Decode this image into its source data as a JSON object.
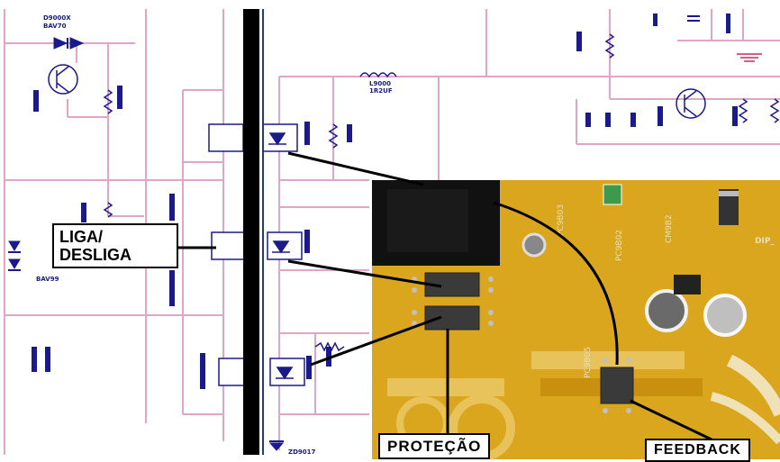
{
  "labels": {
    "liga_desliga": "LIGA/ DESLIGA",
    "protecao": "PROTEÇÃO",
    "feedback": "FEEDBACK"
  },
  "schematic_text": {
    "top_diode_part": "D9000X",
    "top_diode_code": "BAV70",
    "inductor_part": "L9000",
    "inductor_value": "1R2UF",
    "left_diode_code": "BAV99",
    "zener_part": "ZD9017"
  },
  "pcb_text": {
    "dip": "DIP_",
    "ic_a": "PC9B02",
    "ic_b": "PC9B03",
    "ic_c": "PC9B05",
    "ic_d": "CM9B2"
  },
  "colors": {
    "wire_pink": "#e0a6c8",
    "schematic_blue": "#1a1a8a",
    "pcb_yellow": "#d9a61e",
    "bus_black": "#000000"
  }
}
